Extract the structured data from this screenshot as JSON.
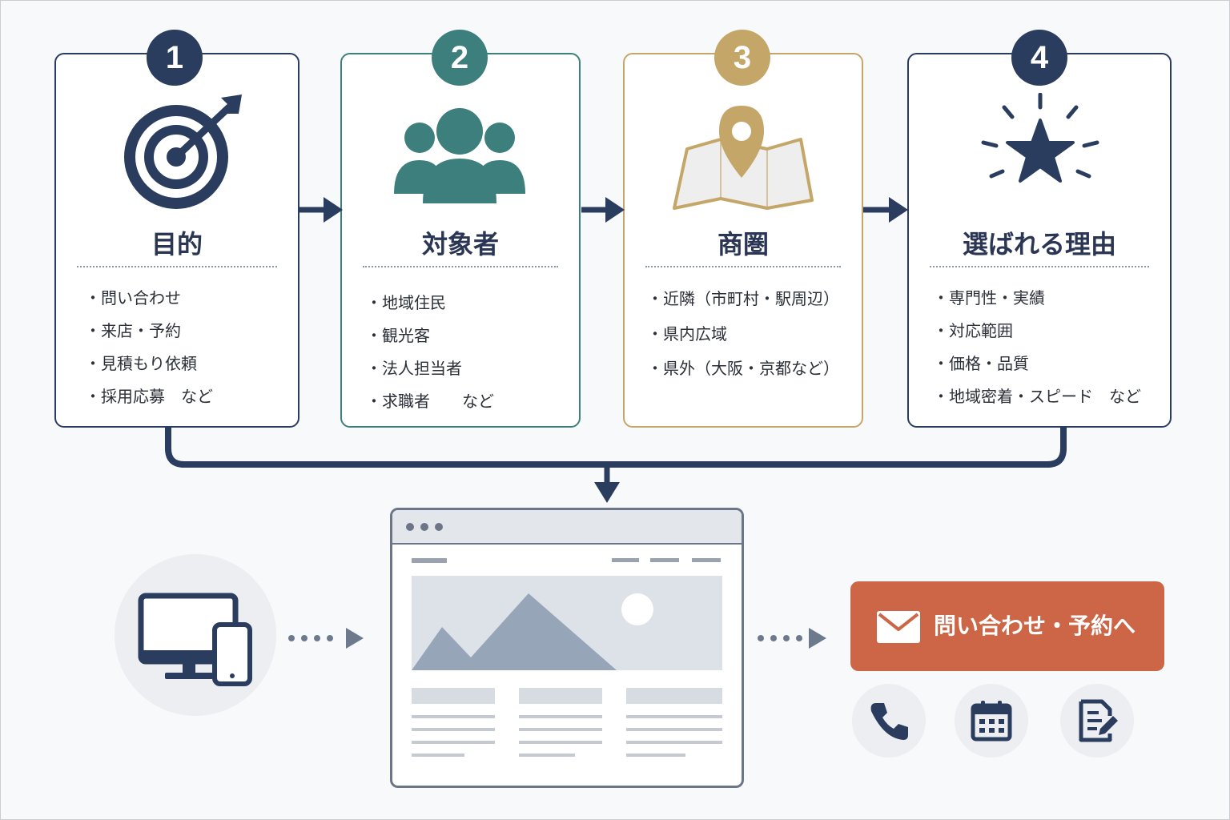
{
  "steps": [
    {
      "number": "1",
      "title": "目的",
      "icon": "target-icon",
      "color": "#2a3d5f",
      "items": [
        "問い合わせ",
        "来店・予約",
        "見積もり依頼",
        "採用応募　など"
      ]
    },
    {
      "number": "2",
      "title": "対象者",
      "icon": "people-icon",
      "color": "#3d7f7c",
      "items": [
        "地域住民",
        "観光客",
        "法人担当者",
        "求職者　　など"
      ]
    },
    {
      "number": "3",
      "title": "商圏",
      "icon": "map-pin-icon",
      "color": "#c4a668",
      "items": [
        "近隣（市町村・駅周辺）",
        "県内広域",
        "県外（大阪・京都など）"
      ]
    },
    {
      "number": "4",
      "title": "選ばれる理由",
      "icon": "star-icon",
      "color": "#2a3d5f",
      "items": [
        "専門性・実績",
        "対応範囲",
        "価格・品質",
        "地域密着・スピード　など"
      ]
    }
  ],
  "cta": {
    "label": "問い合わせ・予約へ",
    "icon": "mail-icon",
    "color": "#cd6646"
  },
  "actions": [
    {
      "icon": "phone-icon"
    },
    {
      "icon": "calendar-icon"
    },
    {
      "icon": "form-icon"
    }
  ],
  "devices": {
    "icon": "devices-icon"
  },
  "website": {
    "icon": "website-mockup"
  }
}
